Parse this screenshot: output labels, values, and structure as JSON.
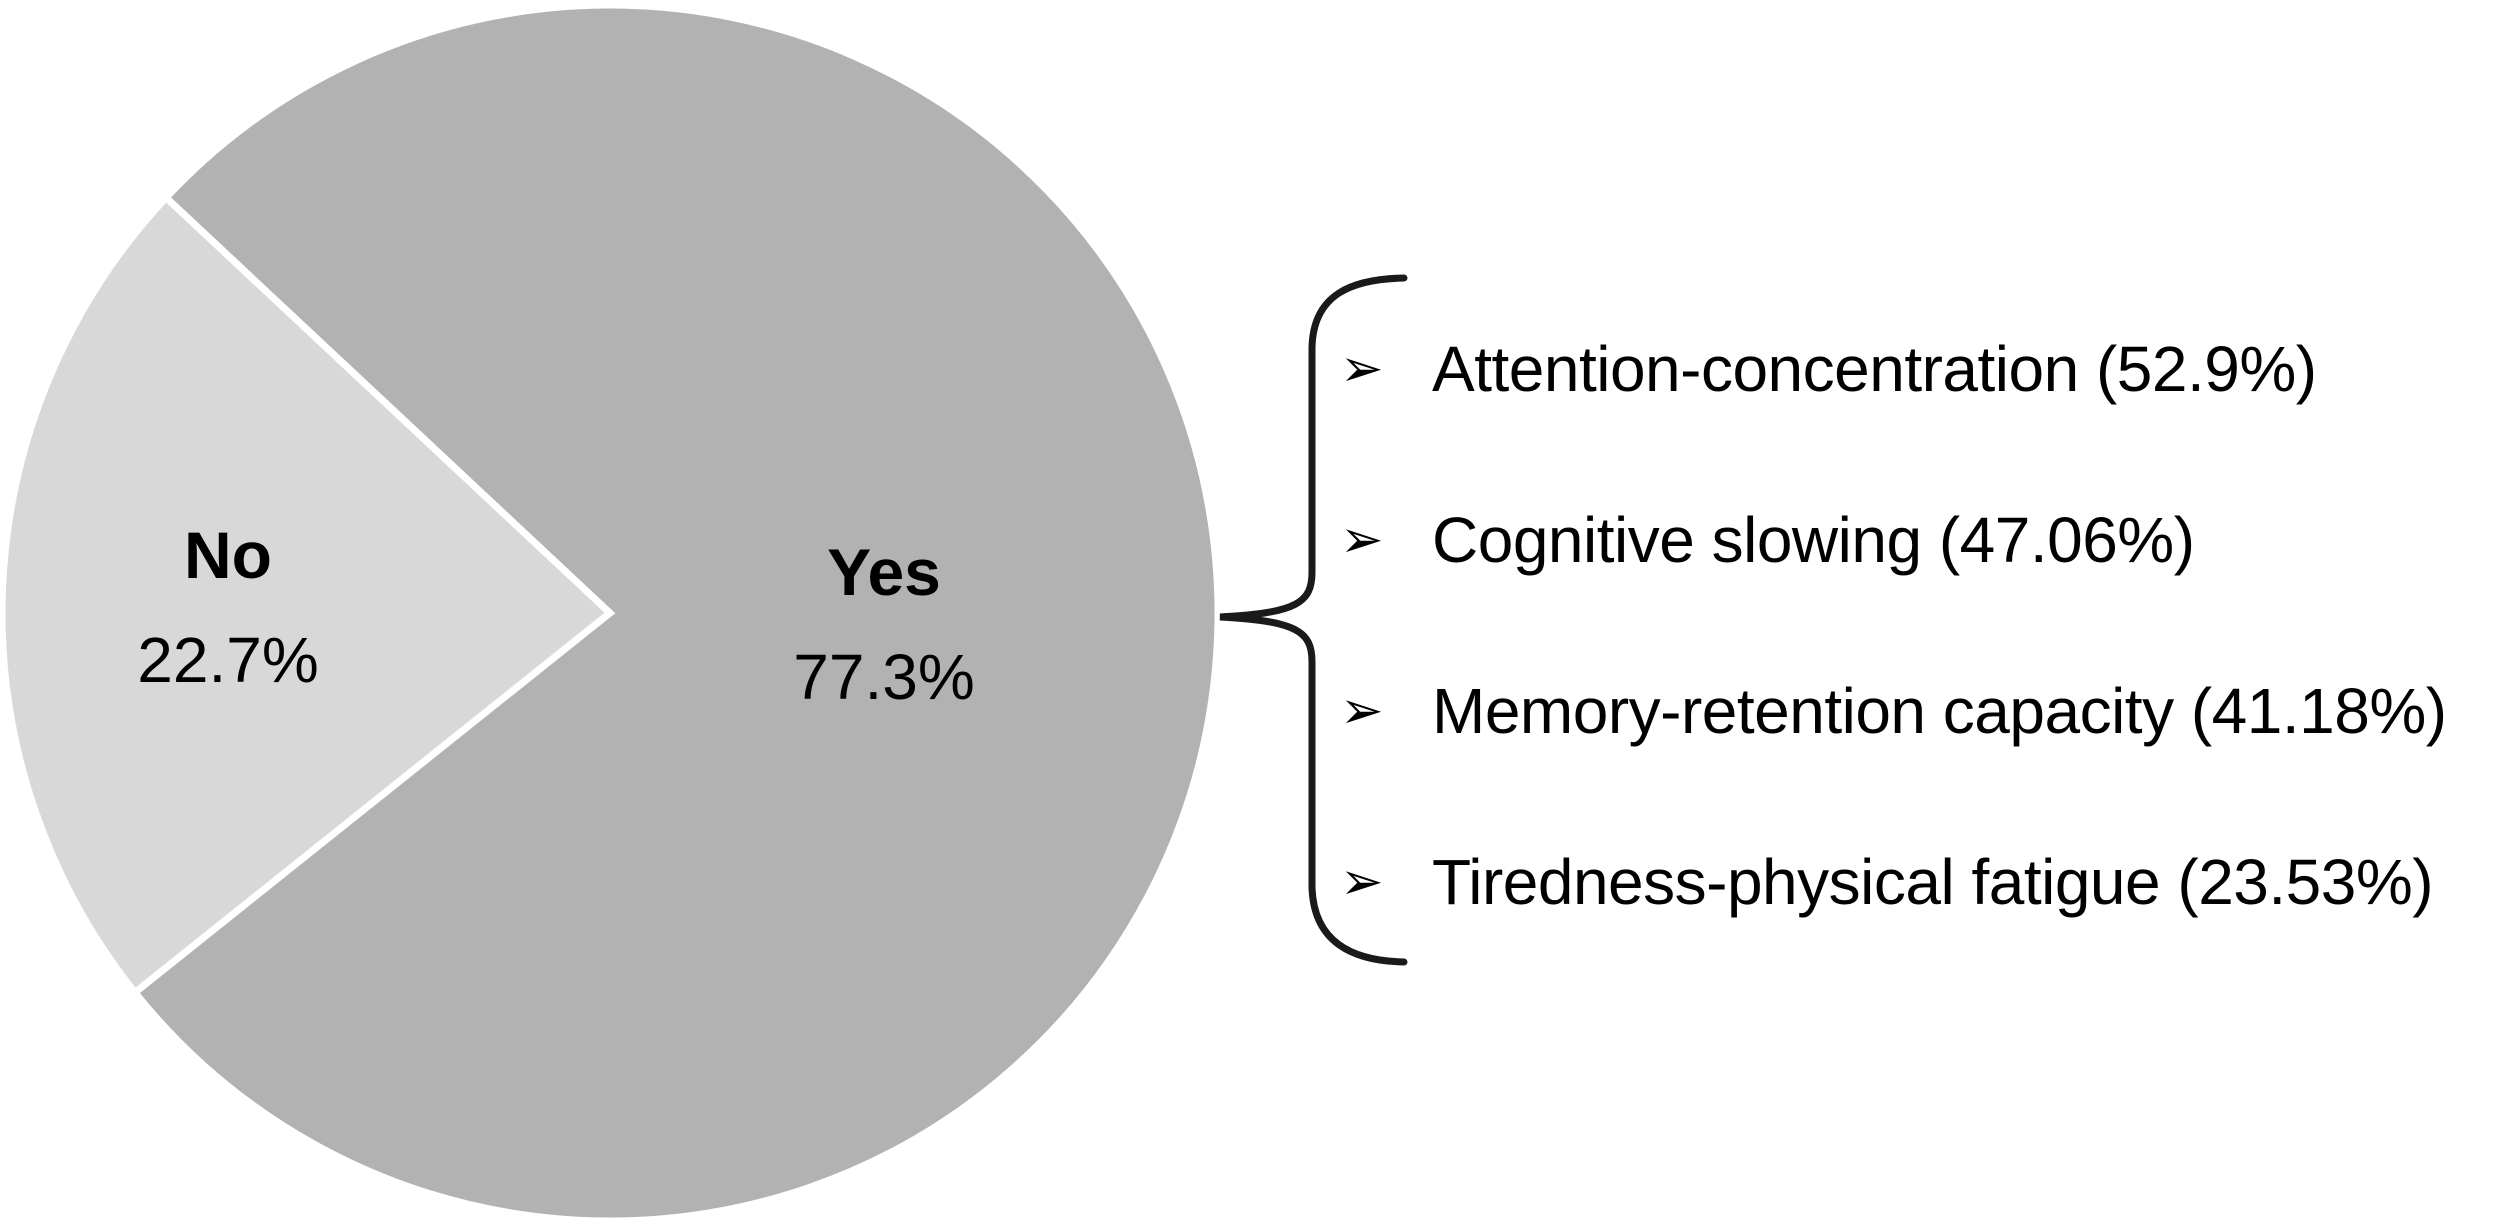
{
  "chart_data": {
    "type": "pie",
    "title": "",
    "background": "#ffffff",
    "divider_color": "#ffffff",
    "start_angle_deg": 136.9,
    "slices": [
      {
        "label": "No",
        "value_pct": 22.7,
        "display": "22.7%",
        "color": "#d8d8d8"
      },
      {
        "label": "Yes",
        "value_pct": 77.3,
        "display": "77.3%",
        "color": "#b2b2b2"
      }
    ],
    "annotations": {
      "attached_to_slice": "Yes",
      "connector": "curly-brace",
      "bullet_icon": "three-d-rightwards-arrowhead-icon",
      "bullet_glyph": "➢",
      "items": [
        {
          "text": "Attention-concentration (52.9%)",
          "pct": 52.9
        },
        {
          "text": "Cognitive slowing (47.06%)",
          "pct": 47.06
        },
        {
          "text": "Memory-retention capacity (41.18%)",
          "pct": 41.18
        },
        {
          "text": "Tiredness-physical fatigue (23.53%)",
          "pct": 23.53
        }
      ]
    }
  }
}
